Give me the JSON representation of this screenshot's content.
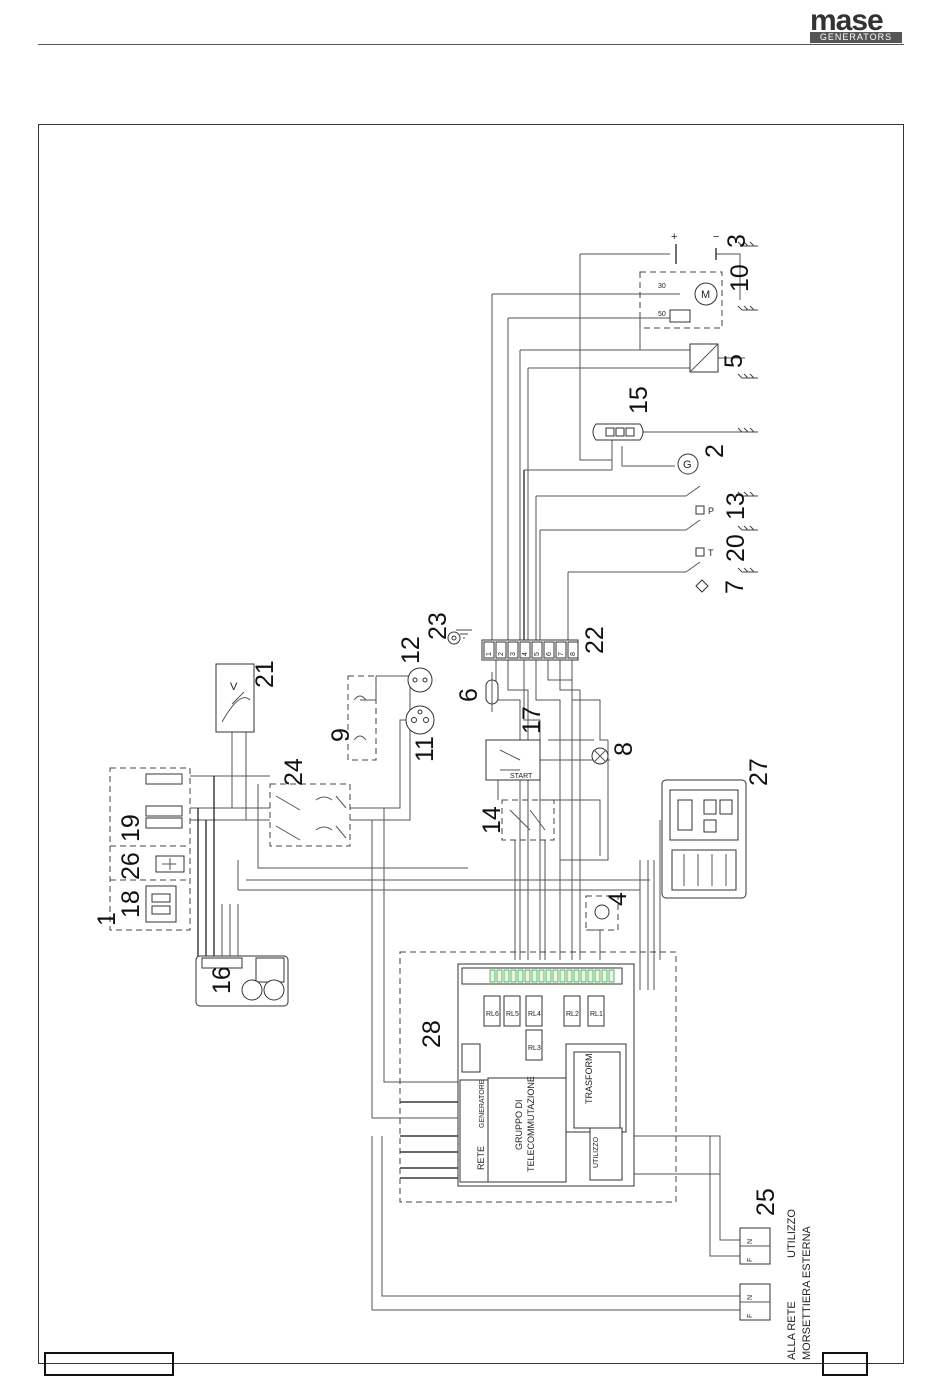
{
  "logo": {
    "word": "mase",
    "sub": "GENERATORS"
  },
  "numbers": {
    "n1": "1",
    "n2": "2",
    "n3": "3",
    "n4": "4",
    "n5": "5",
    "n6": "6",
    "n7": "7",
    "n8": "8",
    "n9": "9",
    "n10": "10",
    "n11": "11",
    "n12": "12",
    "n13": "13",
    "n14": "14",
    "n15": "15",
    "n16": "16",
    "n17": "17",
    "n18": "18",
    "n19": "19",
    "n20": "20",
    "n21": "21",
    "n22": "22",
    "n23": "23",
    "n24": "24",
    "n25": "25",
    "n26": "26",
    "n27": "27",
    "n28": "28"
  },
  "labels": {
    "gruppo_line1": "GRUPPO DI",
    "gruppo_line2": "TELECOMMUTAZIONE",
    "trasform": "TRASFORM.",
    "rete": "RETE",
    "generatore": "GENERATORE",
    "utilizzo_board": "UTILIZZO",
    "utilizzo_term": "UTILIZZO",
    "alla_rete": "ALLA RETE",
    "morsettiera": "MORSETTIERA ESTERNA",
    "start": "START",
    "rl1": "RL1",
    "rl2": "RL2",
    "rl3": "RL3",
    "rl4": "RL4",
    "rl5": "RL5",
    "rl6": "RL6",
    "v": "V",
    "g": "G",
    "m": "M",
    "p": "P",
    "t": "T",
    "t30": "30",
    "t50": "50",
    "plus": "+",
    "minus": "−",
    "f": "F",
    "n": "N",
    "term22": [
      "1",
      "2",
      "3",
      "4",
      "5",
      "6",
      "7",
      "8"
    ]
  }
}
